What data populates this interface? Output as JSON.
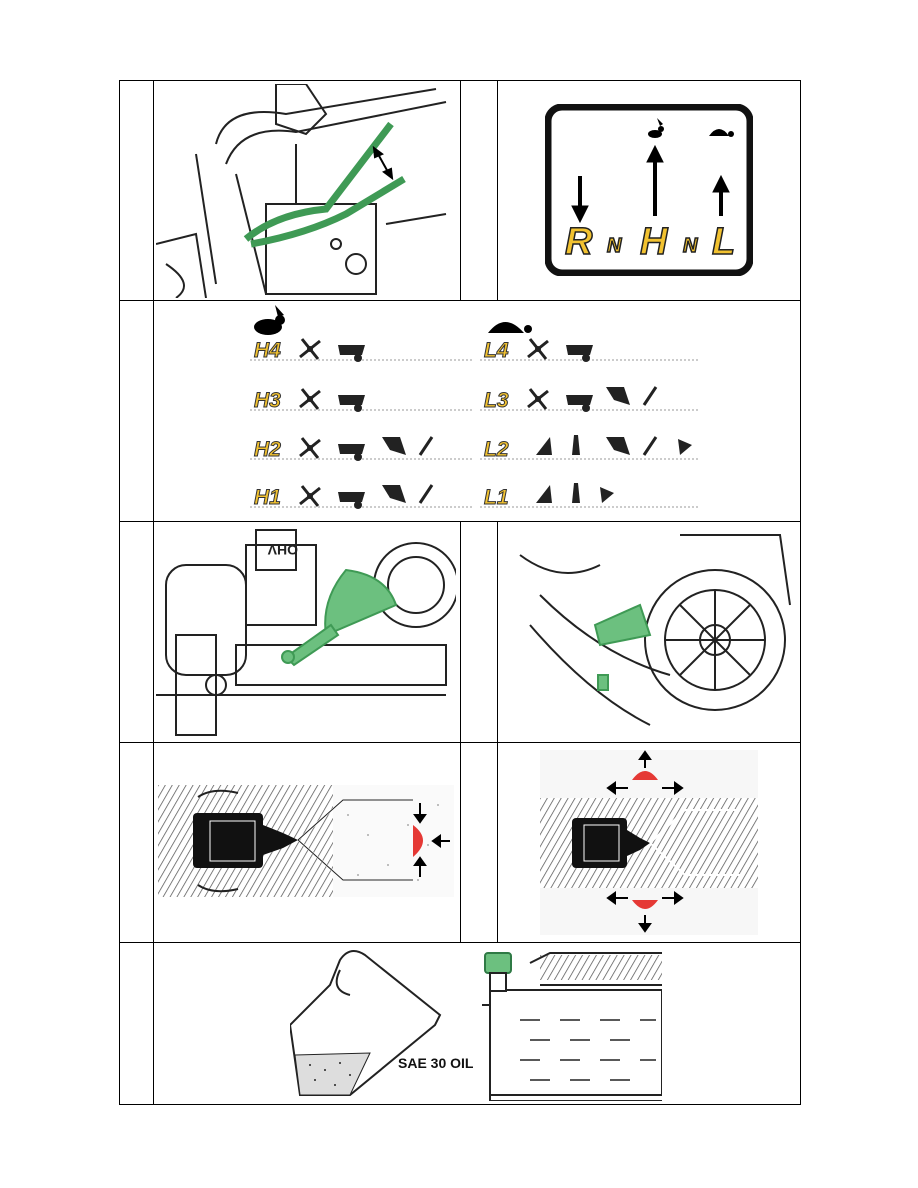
{
  "colors": {
    "accent_green": "#4caf6a",
    "gear_yellow": "#f2c230",
    "wing_red": "#e53935"
  },
  "gear_plate": {
    "letters": [
      "R",
      "N",
      "H",
      "N",
      "L"
    ],
    "icons": [
      "rabbit-icon",
      "turtle-icon"
    ]
  },
  "gear_table": {
    "high": [
      "H4",
      "H3",
      "H2",
      "H1"
    ],
    "low": [
      "L4",
      "L3",
      "L2",
      "L1"
    ],
    "high_icon": "rabbit-icon",
    "low_icon": "turtle-icon"
  },
  "engine_label": "OHV",
  "oil": {
    "label": "SAE 30 OIL"
  }
}
